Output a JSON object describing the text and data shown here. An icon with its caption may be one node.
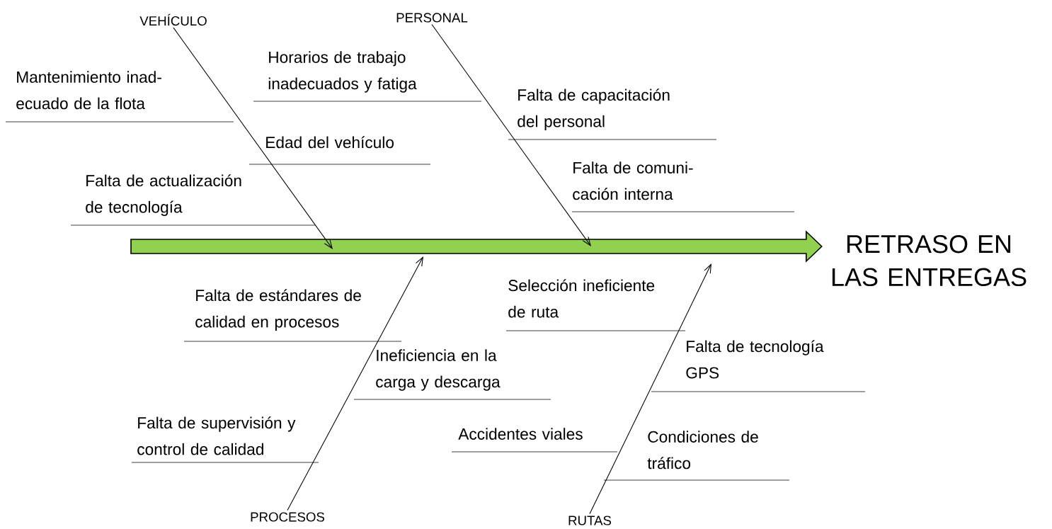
{
  "diagram": {
    "nodes": [
      {
        "text": [
          "RETRASO EN LAS ENTREGAS"
        ]
      },
      {
        "text": [
          "VEHÍCULO"
        ]
      },
      {
        "text": [
          "PERSONAL"
        ]
      },
      {
        "text": [
          "PROCESOS"
        ]
      },
      {
        "text": [
          "RUTAS"
        ]
      },
      {
        "text": [
          "Mantenimiento inad-ecuado de la flota"
        ]
      },
      {
        "text": [
          "Horarios de trabajo inadecuados y fatiga"
        ]
      },
      {
        "text": [
          "Edad del vehículo"
        ]
      },
      {
        "text": [
          "Falta de capacitación del personal"
        ]
      },
      {
        "text": [
          "Falta de actualización de tecnología"
        ]
      },
      {
        "text": [
          "Falta de comuni-cación interna"
        ]
      },
      {
        "text": [
          "Falta de estándares de calidad en procesos"
        ]
      },
      {
        "text": [
          "Selección ineficiente de ruta"
        ]
      },
      {
        "text": [
          "Ineficiencia en la carga y descarga"
        ]
      },
      {
        "text": [
          "Falta de tecnología GPS"
        ]
      },
      {
        "text": [
          "Falta de supervisión y control de calidad"
        ]
      },
      {
        "text": [
          "Accidentes viales"
        ]
      },
      {
        "text": [
          "Condiciones de tráfico"
        ]
      }
    ],
    "edges": [
      {
        "from": null,
        "to": 0,
        "arrow": "to",
        "style": "thick",
        "color": "#92d050"
      },
      {
        "from": 1,
        "to": null,
        "arrow": "to"
      },
      {
        "from": 2,
        "to": null,
        "arrow": "to"
      },
      {
        "from": 3,
        "to": null,
        "arrow": "to"
      },
      {
        "from": 4,
        "to": null,
        "arrow": "to"
      }
    ]
  }
}
